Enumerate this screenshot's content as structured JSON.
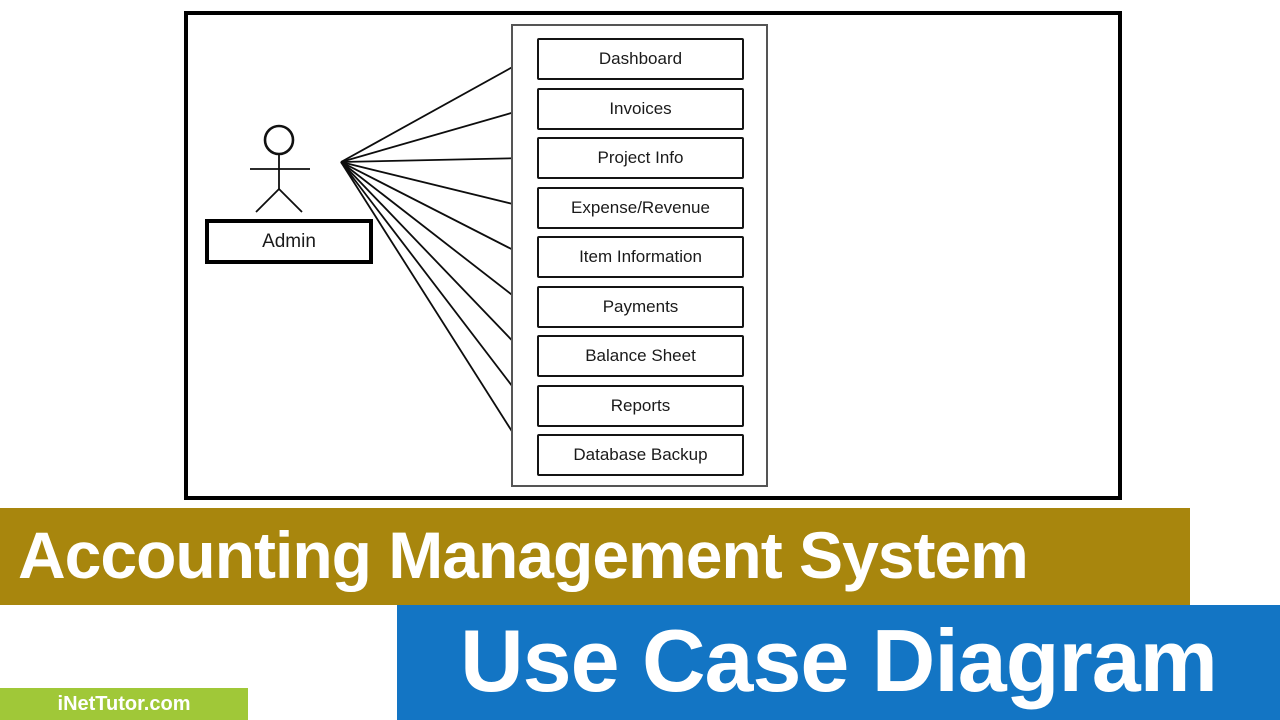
{
  "diagram": {
    "actor": {
      "label": "Admin"
    },
    "use_cases": [
      "Dashboard",
      "Invoices",
      "Project Info",
      "Expense/Revenue",
      "Item Information",
      "Payments",
      "Balance Sheet",
      "Reports",
      "Database Backup"
    ]
  },
  "banners": {
    "title": "Accounting Management System",
    "subtitle": "Use Case Diagram",
    "watermark": "iNetTutor.com"
  },
  "colors": {
    "banner_gold": "#A8860D",
    "banner_blue": "#1375C4",
    "banner_green": "#A0C838",
    "text_white": "#FFFFFF",
    "diagram_line": "#000000"
  }
}
